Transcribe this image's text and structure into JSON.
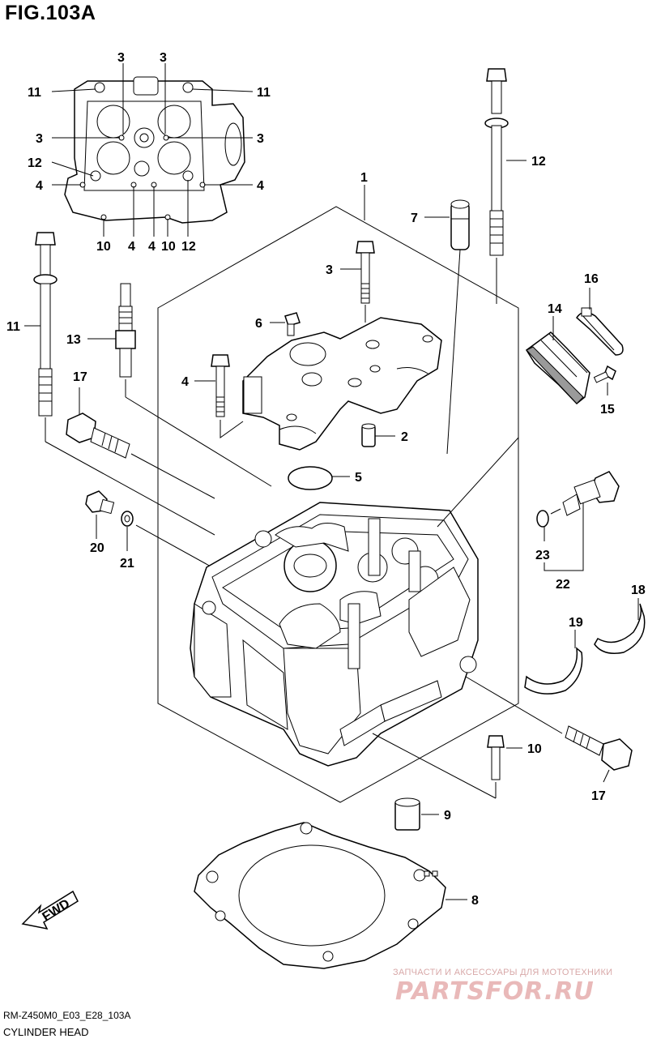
{
  "figure": {
    "title": "FIG.103A",
    "code": "RM-Z450M0_E03_E28_103A",
    "name": "CYLINDER HEAD"
  },
  "watermark": {
    "tagline": "ЗАПЧАСТИ И АКСЕССУАРЫ ДЛЯ МОТОТЕХНИКИ",
    "logo": "PARTSFOR.RU"
  },
  "fwd_label": "FWD",
  "callouts": {
    "inset_3_a": "3",
    "inset_3_b": "3",
    "inset_3_c": "3",
    "inset_3_d": "3",
    "inset_11_a": "11",
    "inset_11_b": "11",
    "inset_12_a": "12",
    "inset_12_b": "12",
    "inset_4_a": "4",
    "inset_4_b": "4",
    "inset_4_c": "4",
    "inset_4_d": "4",
    "inset_10_a": "10",
    "inset_10_b": "10",
    "p1": "1",
    "p2": "2",
    "p3": "3",
    "p4": "4",
    "p5": "5",
    "p6": "6",
    "p7": "7",
    "p8": "8",
    "p9": "9",
    "p10": "10",
    "p11": "11",
    "p12": "12",
    "p13": "13",
    "p14": "14",
    "p15": "15",
    "p16": "16",
    "p17_a": "17",
    "p17_b": "17",
    "p18": "18",
    "p19": "19",
    "p20": "20",
    "p21": "21",
    "p22": "22",
    "p23": "23"
  },
  "colors": {
    "ink": "#000000",
    "watermark": "#e9b9b9"
  }
}
